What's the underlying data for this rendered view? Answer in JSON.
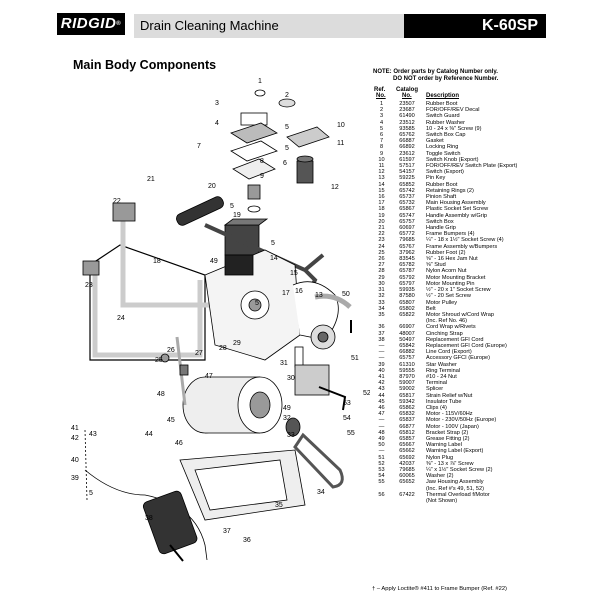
{
  "header": {
    "brand": "RIDGID",
    "brand_mark": "®",
    "title": "Drain Cleaning Machine",
    "model": "K-60SP"
  },
  "section_title": "Main Body Components",
  "notes": {
    "line1": "NOTE: Order parts by Catalog Number only.",
    "line2": "DO NOT order by Reference Number."
  },
  "columns": {
    "ref_1": "Ref.",
    "ref_2": "No.",
    "cat_1": "Catalog",
    "cat_2": "No.",
    "desc": "Description"
  },
  "parts": [
    {
      "ref": "1",
      "cat": "23507",
      "desc": "Rubber Boot"
    },
    {
      "ref": "2",
      "cat": "23687",
      "desc": "FOR/OFF/REV Decal"
    },
    {
      "ref": "3",
      "cat": "61490",
      "desc": "Switch Guard"
    },
    {
      "ref": "4",
      "cat": "23512",
      "desc": "Rubber Washer"
    },
    {
      "ref": "5",
      "cat": "93585",
      "desc": "10 - 24 x ⅜\" Screw (9)"
    },
    {
      "ref": "6",
      "cat": "65762",
      "desc": "Switch Box Cap"
    },
    {
      "ref": "7",
      "cat": "66887",
      "desc": "Gasket"
    },
    {
      "ref": "8",
      "cat": "66892",
      "desc": "Locking Ring"
    },
    {
      "ref": "9",
      "cat": "23612",
      "desc": "Toggle Switch"
    },
    {
      "ref": "10",
      "cat": "61597",
      "desc": "Switch Knob (Export)"
    },
    {
      "ref": "11",
      "cat": "57517",
      "desc": "FOR/OFF/REV Switch Plate (Export)"
    },
    {
      "ref": "12",
      "cat": "54157",
      "desc": "Switch (Export)"
    },
    {
      "ref": "13",
      "cat": "59225",
      "desc": "Pin Key"
    },
    {
      "ref": "14",
      "cat": "65852",
      "desc": "Rubber Boot"
    },
    {
      "ref": "15",
      "cat": "65742",
      "desc": "Retaining Rings (2)"
    },
    {
      "ref": "16",
      "cat": "65737",
      "desc": "Pinion Shaft"
    },
    {
      "ref": "17",
      "cat": "65732",
      "desc": "Main Housing Assembly"
    },
    {
      "ref": "18",
      "cat": "65867",
      "desc": "Plastic Socket Set Screw"
    },
    {
      "ref": "19",
      "cat": "65747",
      "desc": "Handle Assembly w/Grip"
    },
    {
      "ref": "20",
      "cat": "65757",
      "desc": "Switch Box"
    },
    {
      "ref": "21",
      "cat": "60697",
      "desc": "Handle Grip"
    },
    {
      "ref": "22",
      "cat": "65772",
      "desc": "Frame Bumpers (4)"
    },
    {
      "ref": "23",
      "cat": "79685",
      "desc": "¼\" - 18 x 1½\" Socket Screw (4)"
    },
    {
      "ref": "24",
      "cat": "65767",
      "desc": "Frame Assembly w/Bumpers"
    },
    {
      "ref": "25",
      "cat": "37962",
      "desc": "Rubber Foot (2)"
    },
    {
      "ref": "26",
      "cat": "83545",
      "desc": "⅝\" - 16 Hex Jam Nut"
    },
    {
      "ref": "27",
      "cat": "65782",
      "desc": "⅝\" Stud"
    },
    {
      "ref": "28",
      "cat": "65787",
      "desc": "Nylon Acorn Nut"
    },
    {
      "ref": "29",
      "cat": "65792",
      "desc": "Motor Mounting Bracket"
    },
    {
      "ref": "30",
      "cat": "65797",
      "desc": "Motor Mounting Pin"
    },
    {
      "ref": "31",
      "cat": "59935",
      "desc": "½\" - 20 x 1\" Socket Screw"
    },
    {
      "ref": "32",
      "cat": "87580",
      "desc": "½\" - 20 Set Screw"
    },
    {
      "ref": "33",
      "cat": "65807",
      "desc": "Motor Pulley"
    },
    {
      "ref": "34",
      "cat": "65802",
      "desc": "Belt"
    },
    {
      "ref": "35",
      "cat": "65822",
      "desc": "Motor Shroud w/Cord Wrap"
    },
    {
      "ref": "",
      "cat": "",
      "desc": "(Inc. Ref No. 46)"
    },
    {
      "ref": "36",
      "cat": "66907",
      "desc": "Cord Wrap w/Rivets"
    },
    {
      "ref": "37",
      "cat": "48007",
      "desc": "Cinching Strap"
    },
    {
      "ref": "38",
      "cat": "50497",
      "desc": "Replacement GFI Cord"
    },
    {
      "ref": "—",
      "cat": "65842",
      "desc": "Replacement GFI Cord (Europe)"
    },
    {
      "ref": "—",
      "cat": "66882",
      "desc": "Line Cord (Export)"
    },
    {
      "ref": "—",
      "cat": "65757",
      "desc": "Accessory GFCI (Europe)"
    },
    {
      "ref": "39",
      "cat": "61310",
      "desc": "Star Washer"
    },
    {
      "ref": "40",
      "cat": "59555",
      "desc": "Ring Terminal"
    },
    {
      "ref": "41",
      "cat": "87970",
      "desc": "#10 - 24 Nut"
    },
    {
      "ref": "42",
      "cat": "59007",
      "desc": "Terminal"
    },
    {
      "ref": "43",
      "cat": "59002",
      "desc": "Splicer"
    },
    {
      "ref": "44",
      "cat": "65817",
      "desc": "Strain Relief w/Nut"
    },
    {
      "ref": "45",
      "cat": "59342",
      "desc": "Insulator Tube"
    },
    {
      "ref": "46",
      "cat": "65862",
      "desc": "Clips (4)"
    },
    {
      "ref": "47",
      "cat": "65832",
      "desc": "Motor - 115V/60Hz"
    },
    {
      "ref": "—",
      "cat": "65837",
      "desc": "Motor - 230V/50Hz (Europe)"
    },
    {
      "ref": "—",
      "cat": "66877",
      "desc": "Motor - 100V (Japan)"
    },
    {
      "ref": "48",
      "cat": "65812",
      "desc": "Bracket Strap (2)"
    },
    {
      "ref": "49",
      "cat": "65857",
      "desc": "Grease Fitting (2)"
    },
    {
      "ref": "50",
      "cat": "65667",
      "desc": "Warning Label"
    },
    {
      "ref": "—",
      "cat": "65662",
      "desc": "Warning Label (Export)"
    },
    {
      "ref": "51",
      "cat": "65692",
      "desc": "Nylon Plug"
    },
    {
      "ref": "52",
      "cat": "42037",
      "desc": "⅜\" - 13 x ⅞\" Screw"
    },
    {
      "ref": "53",
      "cat": "79685",
      "desc": "¼\" x 1½\" Socket Screw (2)"
    },
    {
      "ref": "54",
      "cat": "60065",
      "desc": "Washer (2)"
    },
    {
      "ref": "55",
      "cat": "65652",
      "desc": "Jaw Housing Assembly"
    },
    {
      "ref": "",
      "cat": "",
      "desc": "(Inc. Ref #'s 49, 51, 52)"
    },
    {
      "ref": "56",
      "cat": "67422",
      "desc": "Thermal Overload f/Motor"
    },
    {
      "ref": "",
      "cat": "",
      "desc": "(Not Shown)"
    }
  ],
  "footnote": "† – Apply Loctite® #411 to Frame Bumper (Ref. #22)",
  "callouts": [
    "1",
    "2",
    "3",
    "4",
    "5",
    "5",
    "6",
    "7",
    "8",
    "9",
    "10",
    "11",
    "12",
    "5",
    "13",
    "14",
    "15",
    "16",
    "17",
    "18",
    "19",
    "20",
    "21",
    "22",
    "23",
    "24",
    "25",
    "26",
    "27",
    "28",
    "29",
    "30",
    "31",
    "32",
    "33",
    "34",
    "35",
    "36",
    "37",
    "38",
    "39",
    "40",
    "41",
    "42",
    "43",
    "44",
    "45",
    "46",
    "47",
    "48",
    "49",
    "49",
    "50",
    "51",
    "52",
    "53",
    "54",
    "55",
    "5",
    "5",
    "5"
  ]
}
